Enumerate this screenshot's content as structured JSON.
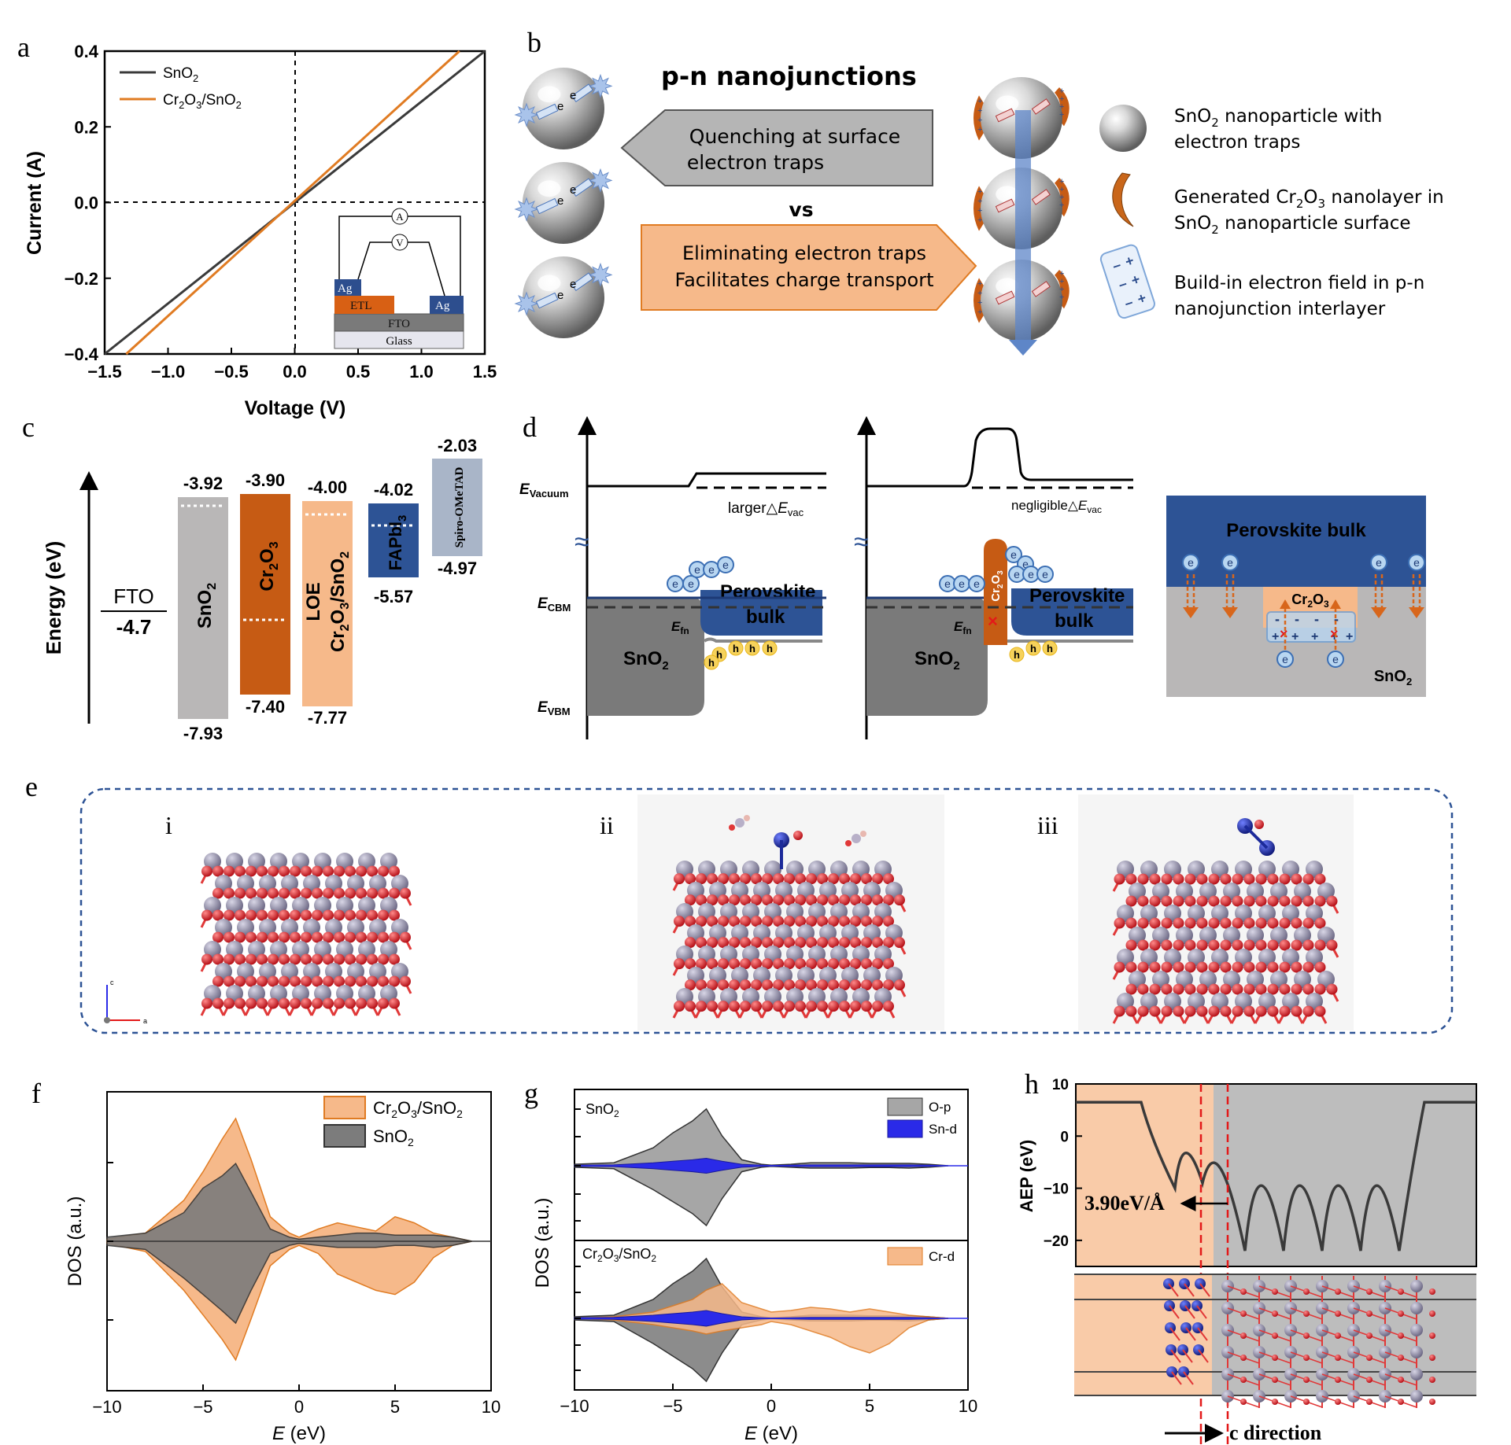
{
  "panel_labels": {
    "a": "a",
    "b": "b",
    "c": "c",
    "d": "d",
    "e": "e",
    "f": "f",
    "g": "g",
    "h": "h"
  },
  "colors": {
    "sno2": "#3a3a3a",
    "cr2o3": "#e07b22",
    "cr2o3_fill": "#f6b98a",
    "perovskite": "#2d5395",
    "gray_block": "#b9b7b7",
    "spiro": "#a9b5c8",
    "lightorange": "#f8c9a3",
    "sn_d": "#2a2ae8",
    "sn_atom": "#8f8ba6",
    "o_atom": "#d6232a",
    "cr_atom": "#1c2a9a"
  },
  "panel_a": {
    "chart_data": {
      "type": "line",
      "xlabel": "Voltage (V)",
      "ylabel": "Current (A)",
      "xlim": [
        -1.5,
        1.5
      ],
      "ylim": [
        -0.4,
        0.4
      ],
      "xticks": [
        "-1.5",
        "-1.0",
        "-0.5",
        "0.0",
        "0.5",
        "1.0",
        "1.5"
      ],
      "yticks": [
        "-0.4",
        "-0.2",
        "0.0",
        "0.2",
        "0.4"
      ],
      "series": [
        {
          "name": "SnO2",
          "label": "SnO",
          "sub": "2",
          "x": [
            -1.5,
            1.5
          ],
          "y": [
            -0.4,
            0.4
          ]
        },
        {
          "name": "Cr2O3/SnO2",
          "x": [
            -1.33,
            1.3
          ],
          "y": [
            -0.4,
            0.4
          ]
        }
      ]
    },
    "legend": {
      "l1": "SnO",
      "l1s": "2",
      "l2a": "Cr",
      "l2b": "O",
      "l2c": "/SnO",
      "s2": "2",
      "s3": "3"
    },
    "inset": {
      "ammeter": "A",
      "voltmeter": "V",
      "ag_left": "Ag",
      "ag_right": "Ag",
      "etl": "ETL",
      "fto": "FTO",
      "glass": "Glass"
    }
  },
  "panel_b": {
    "title": "p-n nanojunctions",
    "arrow1_l1": "Quenching at surface",
    "arrow1_l2": "electron traps",
    "vs": "vs",
    "arrow2_l1": "Eliminating electron traps",
    "arrow2_l2": "Facilitates charge transport",
    "e_label": "e",
    "minus": "-",
    "legend1_l1a": "SnO",
    "legend1_l1b": "2",
    "legend1_l1c": " nanoparticle with",
    "legend1_l2": "electron traps",
    "legend2_l1a": "Generated Cr",
    "legend2_l1b": "2",
    "legend2_l1c": "O",
    "legend2_l1d": "3",
    "legend2_l1e": " nanolayer in",
    "legend2_l2a": "SnO",
    "legend2_l2b": "2",
    "legend2_l2c": " nanoparticle surface",
    "legend3_l1": "Build-in electron field in p-n",
    "legend3_l2": "nanojunction interlayer"
  },
  "panel_c": {
    "ylabel": "Energy (eV)",
    "fto_name": "FTO",
    "fto_value": "-4.7",
    "bars": [
      {
        "name": "SnO",
        "sub": "2",
        "top": "-3.92",
        "bottom": "-7.93"
      },
      {
        "name": "Cr",
        "sub": "2",
        "name2": "O",
        "sub2": "3",
        "top": "-3.90",
        "bottom": "-7.40"
      },
      {
        "name": "LOE",
        "line2a": "Cr",
        "s1": "2",
        "line2b": "O",
        "s2": "3",
        "line2c": "/SnO",
        "s3": "2",
        "top": "-4.00",
        "bottom": "-7.77"
      },
      {
        "name": "FAPbI",
        "sub": "3",
        "top": "-4.02",
        "bottom": "-5.57"
      },
      {
        "name": "Spiro-OMeTAD",
        "top": "-2.03",
        "bottom": "-4.97"
      }
    ]
  },
  "panel_d": {
    "e_vacuum": "E",
    "e_vacuum_sub": "Vacuum",
    "e_cbm": "E",
    "e_cbm_sub": "CBM",
    "e_vbm": "E",
    "e_vbm_sub": "VBM",
    "e_fn": "E",
    "e_fn_sub": "fn",
    "larger": "larger",
    "negligible": "negligible",
    "delta": "△",
    "evac": "E",
    "evac_sub": "vac",
    "perovskite": "Perovskite",
    "bulk": "bulk",
    "sno2": "SnO",
    "sub2": "2",
    "e": "e",
    "h": "h",
    "cr2o3_a": "Cr",
    "cr2o3_b": "O",
    "s2": "2",
    "s3": "3",
    "right_perovskite": "Perovskite bulk",
    "right_cr": "Cr",
    "right_o": "O",
    "right_sno2": "SnO",
    "minus": "-",
    "plus": "+",
    "cross": "×",
    "squiggle": "≈"
  },
  "panel_e": {
    "i": "i",
    "ii": "ii",
    "iii": "iii",
    "axis_c": "c",
    "axis_a": "a"
  },
  "panel_f": {
    "chart_data": {
      "type": "area",
      "xlabel_italic": "E",
      "xlabel_rest": " (eV)",
      "ylabel": "DOS (a.u.)",
      "xlim": [
        -10,
        10
      ],
      "xticks": [
        "-10",
        "-5",
        "0",
        "5",
        "10"
      ],
      "series": [
        {
          "name": "Cr2O3/SnO2",
          "x": [
            -10,
            -8,
            -6,
            -5,
            -4,
            -3.3,
            -2.5,
            -1.5,
            -0.5,
            0,
            1,
            2,
            3,
            4,
            5,
            6,
            7,
            8,
            9
          ],
          "up": [
            0.05,
            0.2,
            1.0,
            1.7,
            2.5,
            3.0,
            2.0,
            0.6,
            0.2,
            0.1,
            0.3,
            0.45,
            0.35,
            0.25,
            0.6,
            0.45,
            0.2,
            0.1,
            0
          ],
          "down": [
            0.05,
            0.25,
            1.2,
            1.8,
            2.4,
            2.9,
            1.9,
            0.6,
            0.2,
            0.1,
            0.3,
            0.8,
            1.0,
            1.2,
            1.3,
            1.0,
            0.4,
            0.1,
            0
          ]
        },
        {
          "name": "SnO2",
          "x": [
            -10,
            -8,
            -6,
            -5,
            -4,
            -3.3,
            -2.5,
            -1.5,
            -0.5,
            0,
            1,
            2,
            3,
            4,
            5,
            6,
            7,
            8,
            9
          ],
          "up": [
            0.1,
            0.2,
            0.7,
            1.3,
            1.6,
            1.9,
            1.2,
            0.3,
            0.1,
            0.05,
            0.1,
            0.15,
            0.2,
            0.2,
            0.15,
            0.15,
            0.15,
            0.1,
            0
          ],
          "down": [
            0.1,
            0.2,
            0.9,
            1.3,
            1.7,
            2.0,
            1.2,
            0.3,
            0.1,
            0.05,
            0.1,
            0.15,
            0.15,
            0.15,
            0.1,
            0.1,
            0.15,
            0.1,
            0
          ]
        }
      ]
    },
    "legend": {
      "l1a": "Cr",
      "l1b": "O",
      "l1c": "/SnO",
      "s2": "2",
      "s3": "3",
      "l2a": "SnO",
      "l2b": "2"
    }
  },
  "panel_g": {
    "chart_data": {
      "type": "area",
      "xlabel_italic": "E",
      "xlabel_rest": " (eV)",
      "ylabel": "DOS (a.u.)",
      "xlim": [
        -10,
        10
      ],
      "xticks": [
        "-10",
        "-5",
        "0",
        "5",
        "10"
      ],
      "series": [
        {
          "name": "O-p",
          "x": [
            -10,
            -8,
            -6,
            -5,
            -4,
            -3.3,
            -2.5,
            -1.5,
            -0.5,
            0,
            1,
            2,
            3,
            4,
            5,
            6,
            7,
            8,
            9
          ],
          "up": [
            0.05,
            0.1,
            0.6,
            1.1,
            1.5,
            1.9,
            1.0,
            0.2,
            0.05,
            0.02,
            0.05,
            0.1,
            0.1,
            0.1,
            0.08,
            0.08,
            0.08,
            0.05,
            0
          ],
          "down": [
            0.05,
            0.1,
            0.8,
            1.2,
            1.6,
            2.0,
            1.1,
            0.2,
            0.05,
            0.02,
            0.05,
            0.08,
            0.08,
            0.08,
            0.06,
            0.06,
            0.08,
            0.05,
            0
          ]
        },
        {
          "name": "Sn-d",
          "x": [
            -10,
            -8,
            -6,
            -5,
            -4,
            -3.3,
            -2.5,
            -1.5,
            -0.5,
            0,
            1,
            2,
            3,
            4,
            5,
            6,
            7,
            8,
            9
          ],
          "up": [
            0.02,
            0.03,
            0.1,
            0.15,
            0.2,
            0.25,
            0.15,
            0.05,
            0.02,
            0.01,
            0.02,
            0.03,
            0.03,
            0.03,
            0.03,
            0.03,
            0.03,
            0.02,
            0
          ],
          "down": [
            0.02,
            0.03,
            0.1,
            0.15,
            0.2,
            0.25,
            0.15,
            0.05,
            0.02,
            0.01,
            0.02,
            0.03,
            0.03,
            0.03,
            0.03,
            0.03,
            0.03,
            0.02,
            0
          ]
        },
        {
          "name": "Cr-d",
          "x": [
            -10,
            -8,
            -6,
            -5,
            -4,
            -3.3,
            -2.5,
            -1.5,
            -0.5,
            0,
            1,
            2,
            3,
            4,
            5,
            6,
            7,
            8,
            9
          ],
          "up": [
            0,
            0.05,
            0.2,
            0.4,
            0.6,
            0.9,
            1.1,
            0.5,
            0.3,
            0.2,
            0.25,
            0.35,
            0.3,
            0.2,
            0.3,
            0.2,
            0.1,
            0.05,
            0
          ],
          "down": [
            0,
            0.05,
            0.2,
            0.3,
            0.4,
            0.5,
            0.4,
            0.3,
            0.2,
            0.1,
            0.2,
            0.4,
            0.6,
            0.9,
            1.1,
            0.8,
            0.3,
            0.05,
            0
          ]
        }
      ]
    },
    "top_label_a": "SnO",
    "top_label_b": "2",
    "bottom_label_a": "Cr",
    "bottom_label_b": "O",
    "bottom_label_c": "/SnO",
    "s2": "2",
    "s3": "3",
    "legend_op": "O-p",
    "legend_snd": "Sn-d",
    "legend_crd": "Cr-d"
  },
  "panel_h": {
    "chart_data": {
      "type": "line",
      "ylabel": "AEP (eV)",
      "ylim": [
        -25,
        10
      ],
      "yticks": [
        "10",
        "0",
        "-10",
        "-20"
      ],
      "series": [
        {
          "name": "AEP",
          "wells": 7
        }
      ]
    },
    "annotation": "3.90eV/Å",
    "xlabel": "c direction"
  }
}
